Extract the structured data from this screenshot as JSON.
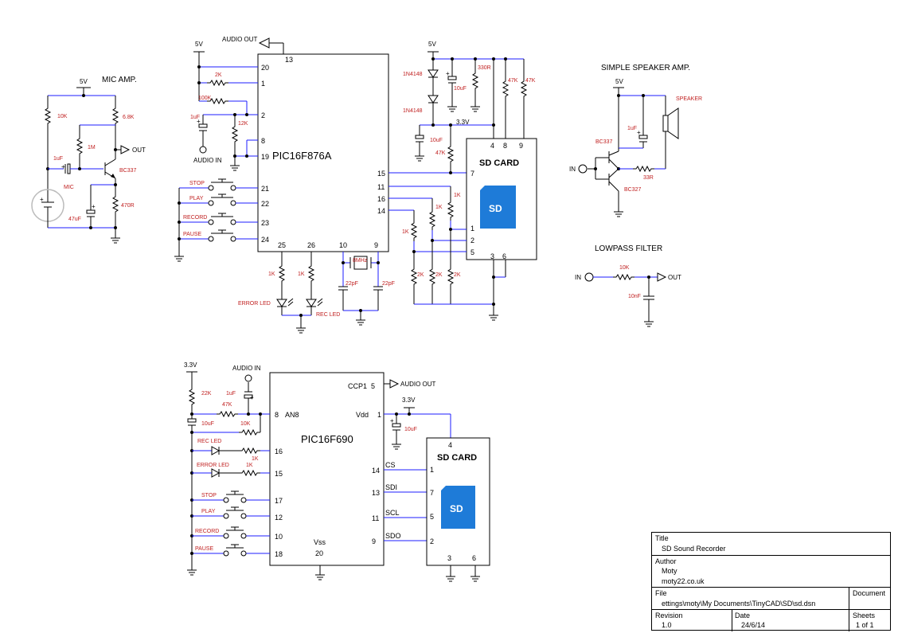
{
  "mic_amp": {
    "title": "MIC AMP.",
    "supply": "5V",
    "r_10k": "10K",
    "r_6k8": "6.8K",
    "r_1m": "1M",
    "c_1uf": "1uF",
    "transistor": "BC337",
    "out": "OUT",
    "mic": "MIC",
    "c_47uf": "47uF",
    "r_470r": "470R"
  },
  "pic16f876a_circuit": {
    "chip": "PIC16F876A",
    "supply": "5V",
    "audio_out": "AUDIO OUT",
    "audio_in": "AUDIO IN",
    "pins": [
      "13",
      "20",
      "1",
      "2",
      "8",
      "19",
      "21",
      "22",
      "23",
      "24",
      "15",
      "11",
      "16",
      "14",
      "25",
      "26",
      "10",
      "9"
    ],
    "r_2k": "2K",
    "r_100k": "100K",
    "c_1uf": "1uF",
    "r_12k": "12K",
    "buttons": [
      "STOP",
      "PLAY",
      "RECORD",
      "PAUSE"
    ],
    "r_1k": "1K",
    "error_led": "ERROR LED",
    "rec_led": "REC LED",
    "crystal": "8MHz",
    "c_22pf": "22pF"
  },
  "sd_card_circuit_1": {
    "title": "SD CARD",
    "logo": "SD",
    "supply": "5V",
    "diode": "1N4148",
    "c_10uf": "10uF",
    "r_330r": "330R",
    "r_47k": "47K",
    "r_1k": "1K",
    "r_2k": "2K",
    "v33": "3.3V",
    "pins": [
      "4",
      "8",
      "9",
      "7",
      "1",
      "2",
      "5",
      "3",
      "6"
    ]
  },
  "speaker_amp": {
    "title": "SIMPLE SPEAKER AMP.",
    "supply": "5V",
    "speaker": "SPEAKER",
    "c_1uf": "1uF",
    "npn": "BC337",
    "pnp": "BC327",
    "in": "IN",
    "r_33r": "33R"
  },
  "lowpass": {
    "title": "LOWPASS FILTER",
    "in": "IN",
    "out": "OUT",
    "r_10k": "10K",
    "c_10nf": "10nF"
  },
  "pic16f690_circuit": {
    "chip": "PIC16F690",
    "supply": "3.3V",
    "audio_in": "AUDIO IN",
    "audio_out": "AUDIO OUT",
    "ccp1": "CCP1",
    "an8": "AN8",
    "vdd": "Vdd",
    "vss": "Vss",
    "pins": [
      "5",
      "8",
      "1",
      "16",
      "15",
      "17",
      "12",
      "10",
      "18",
      "20",
      "14",
      "13",
      "11",
      "9"
    ],
    "sig": [
      "CS",
      "SDI",
      "SCL",
      "SDO"
    ],
    "r_22k": "22K",
    "r_47k": "47K",
    "r_10k": "10K",
    "c_1uf": "1uF",
    "c_10uf": "10uF",
    "r_1k": "1K",
    "rec_led": "REC LED",
    "error_led": "ERROR LED",
    "buttons": [
      "STOP",
      "PLAY",
      "RECORD",
      "PAUSE"
    ]
  },
  "sd_card_circuit_2": {
    "title": "SD CARD",
    "logo": "SD",
    "pins": [
      "4",
      "1",
      "7",
      "5",
      "2",
      "3",
      "6"
    ]
  },
  "title_block": {
    "title_label": "Title",
    "title_value": "SD Sound Recorder",
    "author_label": "Author",
    "author_value": "Moty",
    "author_url": "moty22.co.uk",
    "file_label": "File",
    "document_label": "Document",
    "file_value": "ettings\\moty\\My Documents\\TinyCAD\\SD\\sd.dsn",
    "revision_label": "Revision",
    "date_label": "Date",
    "sheets_label": "Sheets",
    "revision_value": "1.0",
    "date_value": "24/6/14",
    "sheets_value": "1 of 1"
  },
  "colors": {
    "wire": "#000000",
    "bus_wire": "#1d1dff",
    "label_red": "#c02020",
    "sd_blue": "#1e7bd8"
  }
}
